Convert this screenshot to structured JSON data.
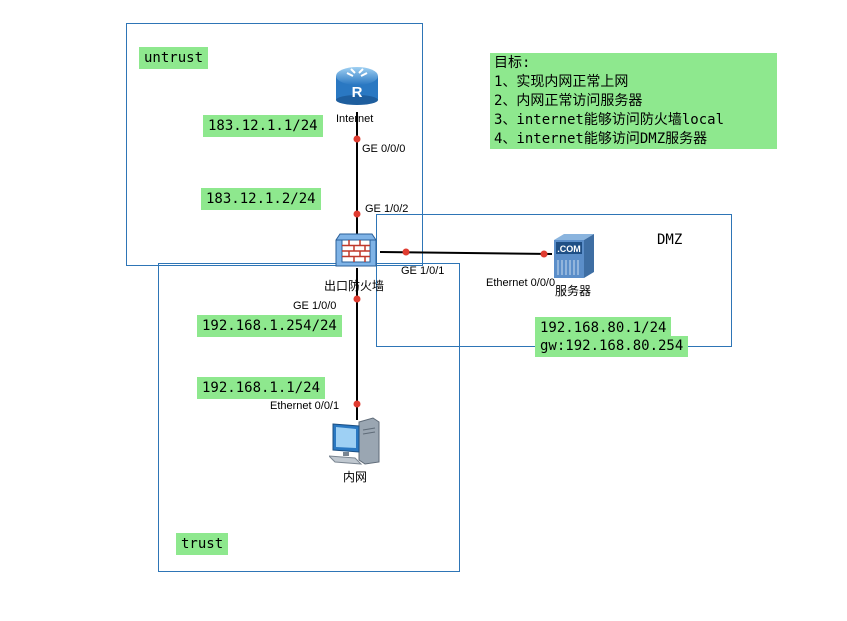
{
  "zones": {
    "untrust": "untrust",
    "trust": "trust",
    "dmz": "DMZ"
  },
  "devices": {
    "router": "Internet",
    "firewall": "出口防火墙",
    "server": "服务器",
    "server_badge": ".COM",
    "pc": "内网",
    "router_badge": "R"
  },
  "ports": {
    "router_ge000": "GE 0/0/0",
    "fw_ge102": "GE 1/0/2",
    "fw_ge101": "GE 1/0/1",
    "fw_ge100": "GE 1/0/0",
    "server_eth000": "Ethernet 0/0/0",
    "pc_eth001": "Ethernet 0/0/1"
  },
  "addresses": {
    "router_ip": "183.12.1.1/24",
    "fw_untrust_ip": "183.12.1.2/24",
    "fw_trust_ip": "192.168.1.254/24",
    "pc_ip": "192.168.1.1/24",
    "server_ip": "192.168.80.1/24",
    "server_gw": "gw:192.168.80.254"
  },
  "goals": {
    "title": "目标:",
    "items": [
      "1、实现内网正常上网",
      "2、内网正常访问服务器",
      "3、internet能够访问防火墙local",
      "4、internet能够访问DMZ服务器"
    ]
  },
  "colors": {
    "zone_border": "#2e75b6",
    "label_bg": "#8ee88e",
    "port_dot": "#e03c31",
    "link": "#000000"
  }
}
